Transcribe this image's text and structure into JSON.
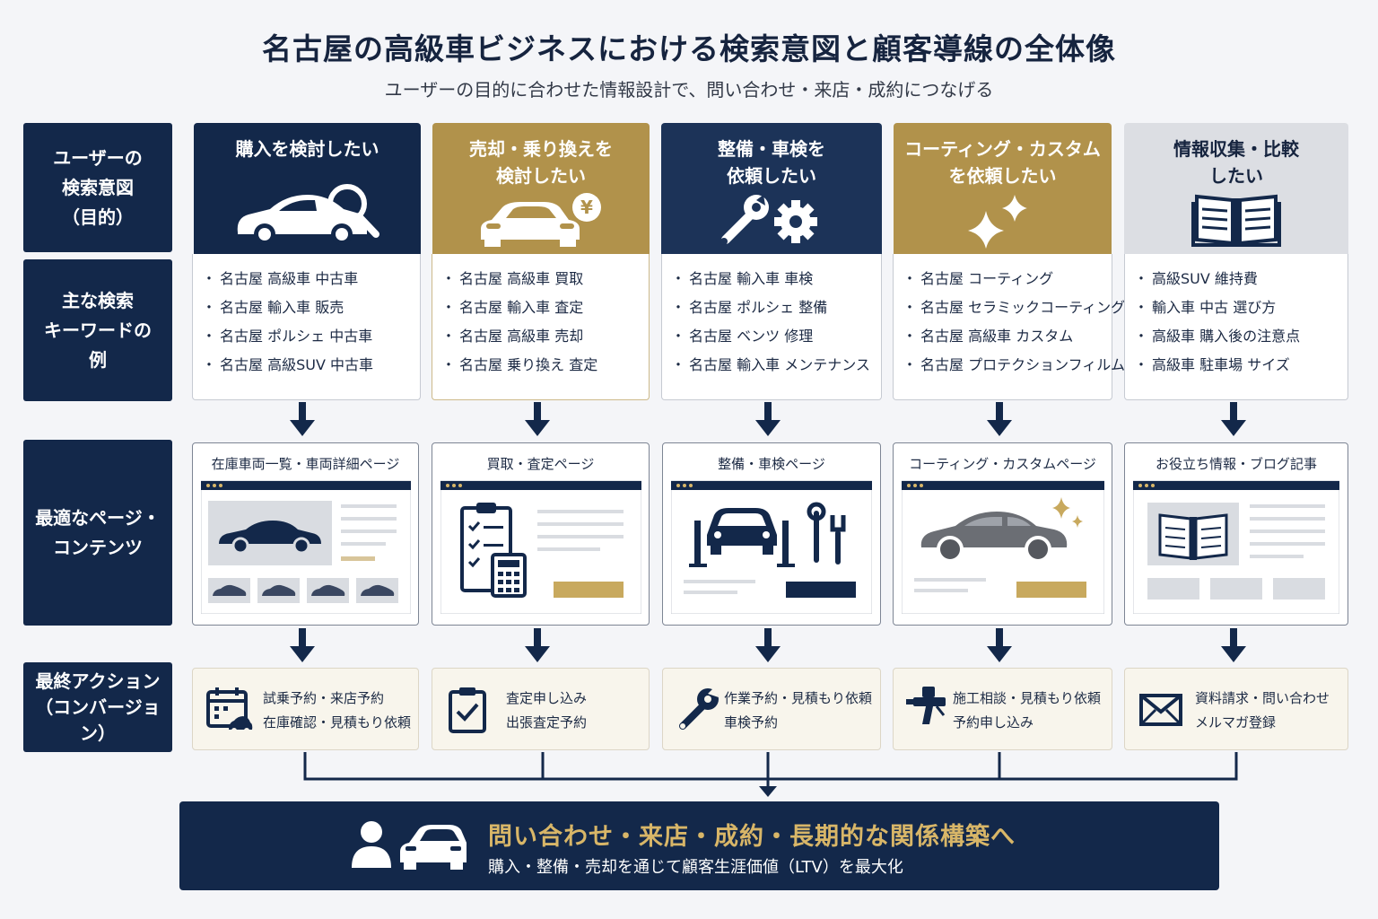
{
  "title": "名古屋の高級車ビジネスにおける検索意図と顧客導線の全体像",
  "subtitle": "ユーザーの目的に合わせた情報設計で、問い合わせ・来店・成約につなげる",
  "row_labels": {
    "intent": "ユーザーの\n検索意図\n（目的）",
    "keywords": "主な検索\nキーワードの\n例",
    "pages": "最適なページ・\nコンテンツ",
    "actions": "最終アクション\n（コンバージョン）"
  },
  "columns": [
    {
      "heading": "購入を検討したい",
      "icon": "car-search-icon",
      "keywords": [
        "名古屋 高級車 中古車",
        "名古屋 輸入車 販売",
        "名古屋 ポルシェ 中古車",
        "名古屋 高級SUV 中古車"
      ],
      "page_title": "在庫車両一覧・車両詳細ページ",
      "page_icon": "car-listing-icon",
      "action_icon": "calendar-car-icon",
      "action": "試乗予約・来店予約\n在庫確認・見積もり依頼"
    },
    {
      "heading": "売却・乗り換えを\n検討したい",
      "icon": "car-yen-icon",
      "keywords": [
        "名古屋 高級車 買取",
        "名古屋 輸入車 査定",
        "名古屋 高級車 売却",
        "名古屋 乗り換え 査定"
      ],
      "page_title": "買取・査定ページ",
      "page_icon": "clipboard-calculator-icon",
      "action_icon": "clipboard-check-icon",
      "action": "査定申し込み\n出張査定予約"
    },
    {
      "heading": "整備・車検を\n依頼したい",
      "icon": "wrench-gear-icon",
      "keywords": [
        "名古屋 輸入車 車検",
        "名古屋 ポルシェ 整備",
        "名古屋 ベンツ 修理",
        "名古屋 輸入車 メンテナンス"
      ],
      "page_title": "整備・車検ページ",
      "page_icon": "car-lift-icon",
      "action_icon": "wrench-icon",
      "action": "作業予約・見積もり依頼\n車検予約"
    },
    {
      "heading": "コーティング・カスタム\nを依頼したい",
      "icon": "sparkle-icon",
      "keywords": [
        "名古屋 コーティング",
        "名古屋 セラミックコーティング",
        "名古屋 高級車 カスタム",
        "名古屋 プロテクションフィルム"
      ],
      "page_title": "コーティング・カスタムページ",
      "page_icon": "shiny-car-icon",
      "action_icon": "spray-gun-icon",
      "action": "施工相談・見積もり依頼\n予約申し込み"
    },
    {
      "heading": "情報収集・比較\nしたい",
      "icon": "open-book-icon",
      "keywords": [
        "高級SUV 維持費",
        "輸入車 中古 選び方",
        "高級車 購入後の注意点",
        "高級車 駐車場 サイズ"
      ],
      "page_title": "お役立ち情報・ブログ記事",
      "page_icon": "blog-book-icon",
      "action_icon": "envelope-icon",
      "action": "資料請求・問い合わせ\nメルマガ登録"
    }
  ],
  "final": {
    "heading": "問い合わせ・来店・成約・長期的な関係構築へ",
    "subtext": "購入・整備・売却を通じて顧客生涯価値（LTV）を最大化",
    "icon": "person-car-icon"
  },
  "colors": {
    "navy": "#13284a",
    "gold": "#b1924b",
    "grey": "#dcdee3"
  }
}
